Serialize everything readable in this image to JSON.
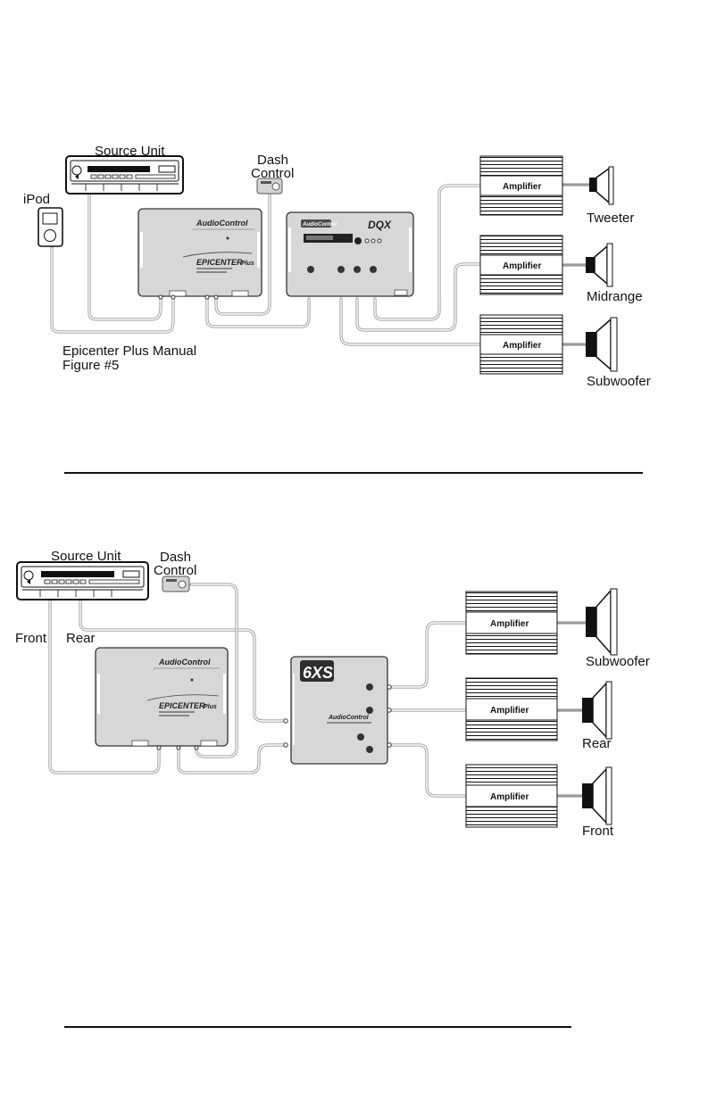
{
  "diagram1": {
    "source_unit": "Source Unit",
    "dash_control": [
      "Dash",
      "Control"
    ],
    "ipod": "iPod",
    "amplifier": "Amplifier",
    "tweeter": "Tweeter",
    "midrange": "Midrange",
    "subwoofer": "Subwoofer",
    "caption": [
      "Epicenter Plus Manual",
      "Figure #5"
    ],
    "epicenter_brand": "AudioControl",
    "epicenter_name": "EPICENTER",
    "epicenter_suffix": "Plus",
    "dqx_brand": "AudioControl",
    "dqx_name": "DQX"
  },
  "diagram2": {
    "source_unit": "Source Unit",
    "dash_control": [
      "Dash",
      "Control"
    ],
    "front": "Front",
    "rear": "Rear",
    "amplifier": "Amplifier",
    "subwoofer": "Subwoofer",
    "speaker_rear": "Rear",
    "speaker_front": "Front",
    "epicenter_brand": "AudioControl",
    "epicenter_name": "EPICENTER",
    "epicenter_suffix": "Plus",
    "sixxs_name": "6XS",
    "sixxs_brand": "AudioControl"
  }
}
